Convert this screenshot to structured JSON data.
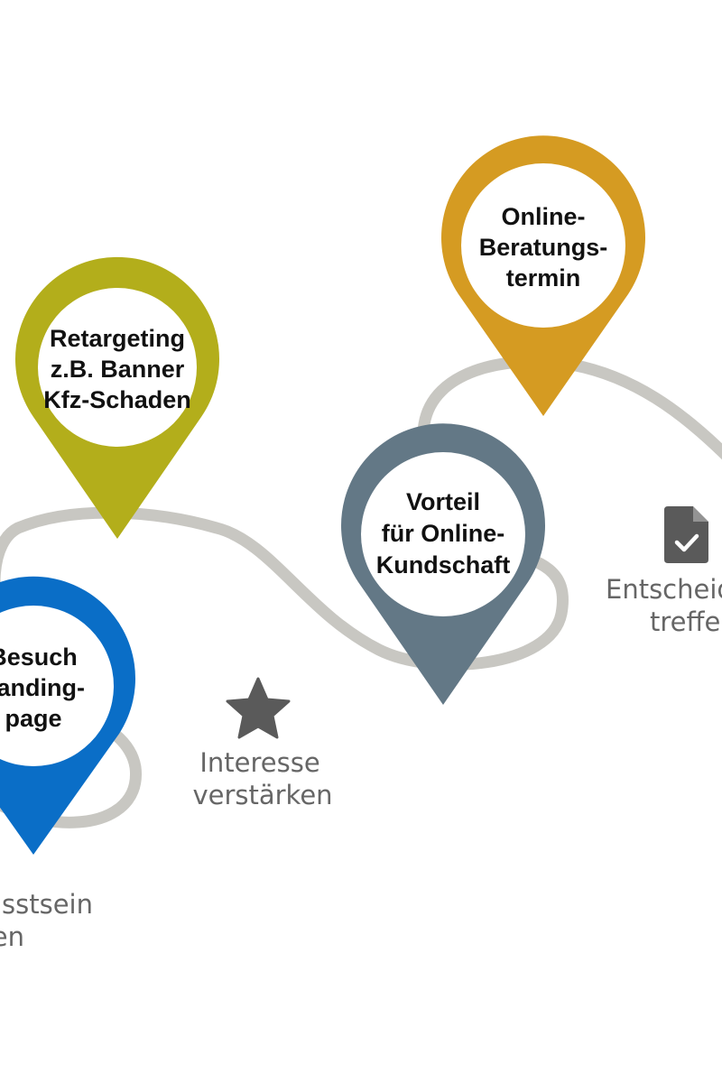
{
  "colors": {
    "path": "#c8c7c2",
    "blue": "#0a6ec7",
    "olive": "#b3ae1b",
    "slate": "#637886",
    "amber": "#d59b22",
    "icon": "#5a5a5a",
    "label_text": "#666666",
    "pin_text": "#111111"
  },
  "pins": [
    {
      "lines": [
        "Besuch",
        "Landing-",
        "page"
      ],
      "color_name": "blue"
    },
    {
      "lines": [
        "Retargeting",
        "z.B. Banner",
        "Kfz-Schaden"
      ],
      "color_name": "olive"
    },
    {
      "lines": [
        "Vorteil",
        "für Online-",
        "Kundschaft"
      ],
      "color_name": "slate"
    },
    {
      "lines": [
        "Online-",
        "Beratungs-",
        "termin"
      ],
      "color_name": "amber"
    }
  ],
  "stages": [
    {
      "icon": "eye-icon",
      "lines": [
        "Bewusstsein",
        "schaffen"
      ]
    },
    {
      "icon": "star-icon",
      "lines": [
        "Interesse",
        "verstärken"
      ]
    },
    {
      "icon": "document-check-icon",
      "lines": [
        "Entscheidung",
        "treffen"
      ]
    }
  ]
}
